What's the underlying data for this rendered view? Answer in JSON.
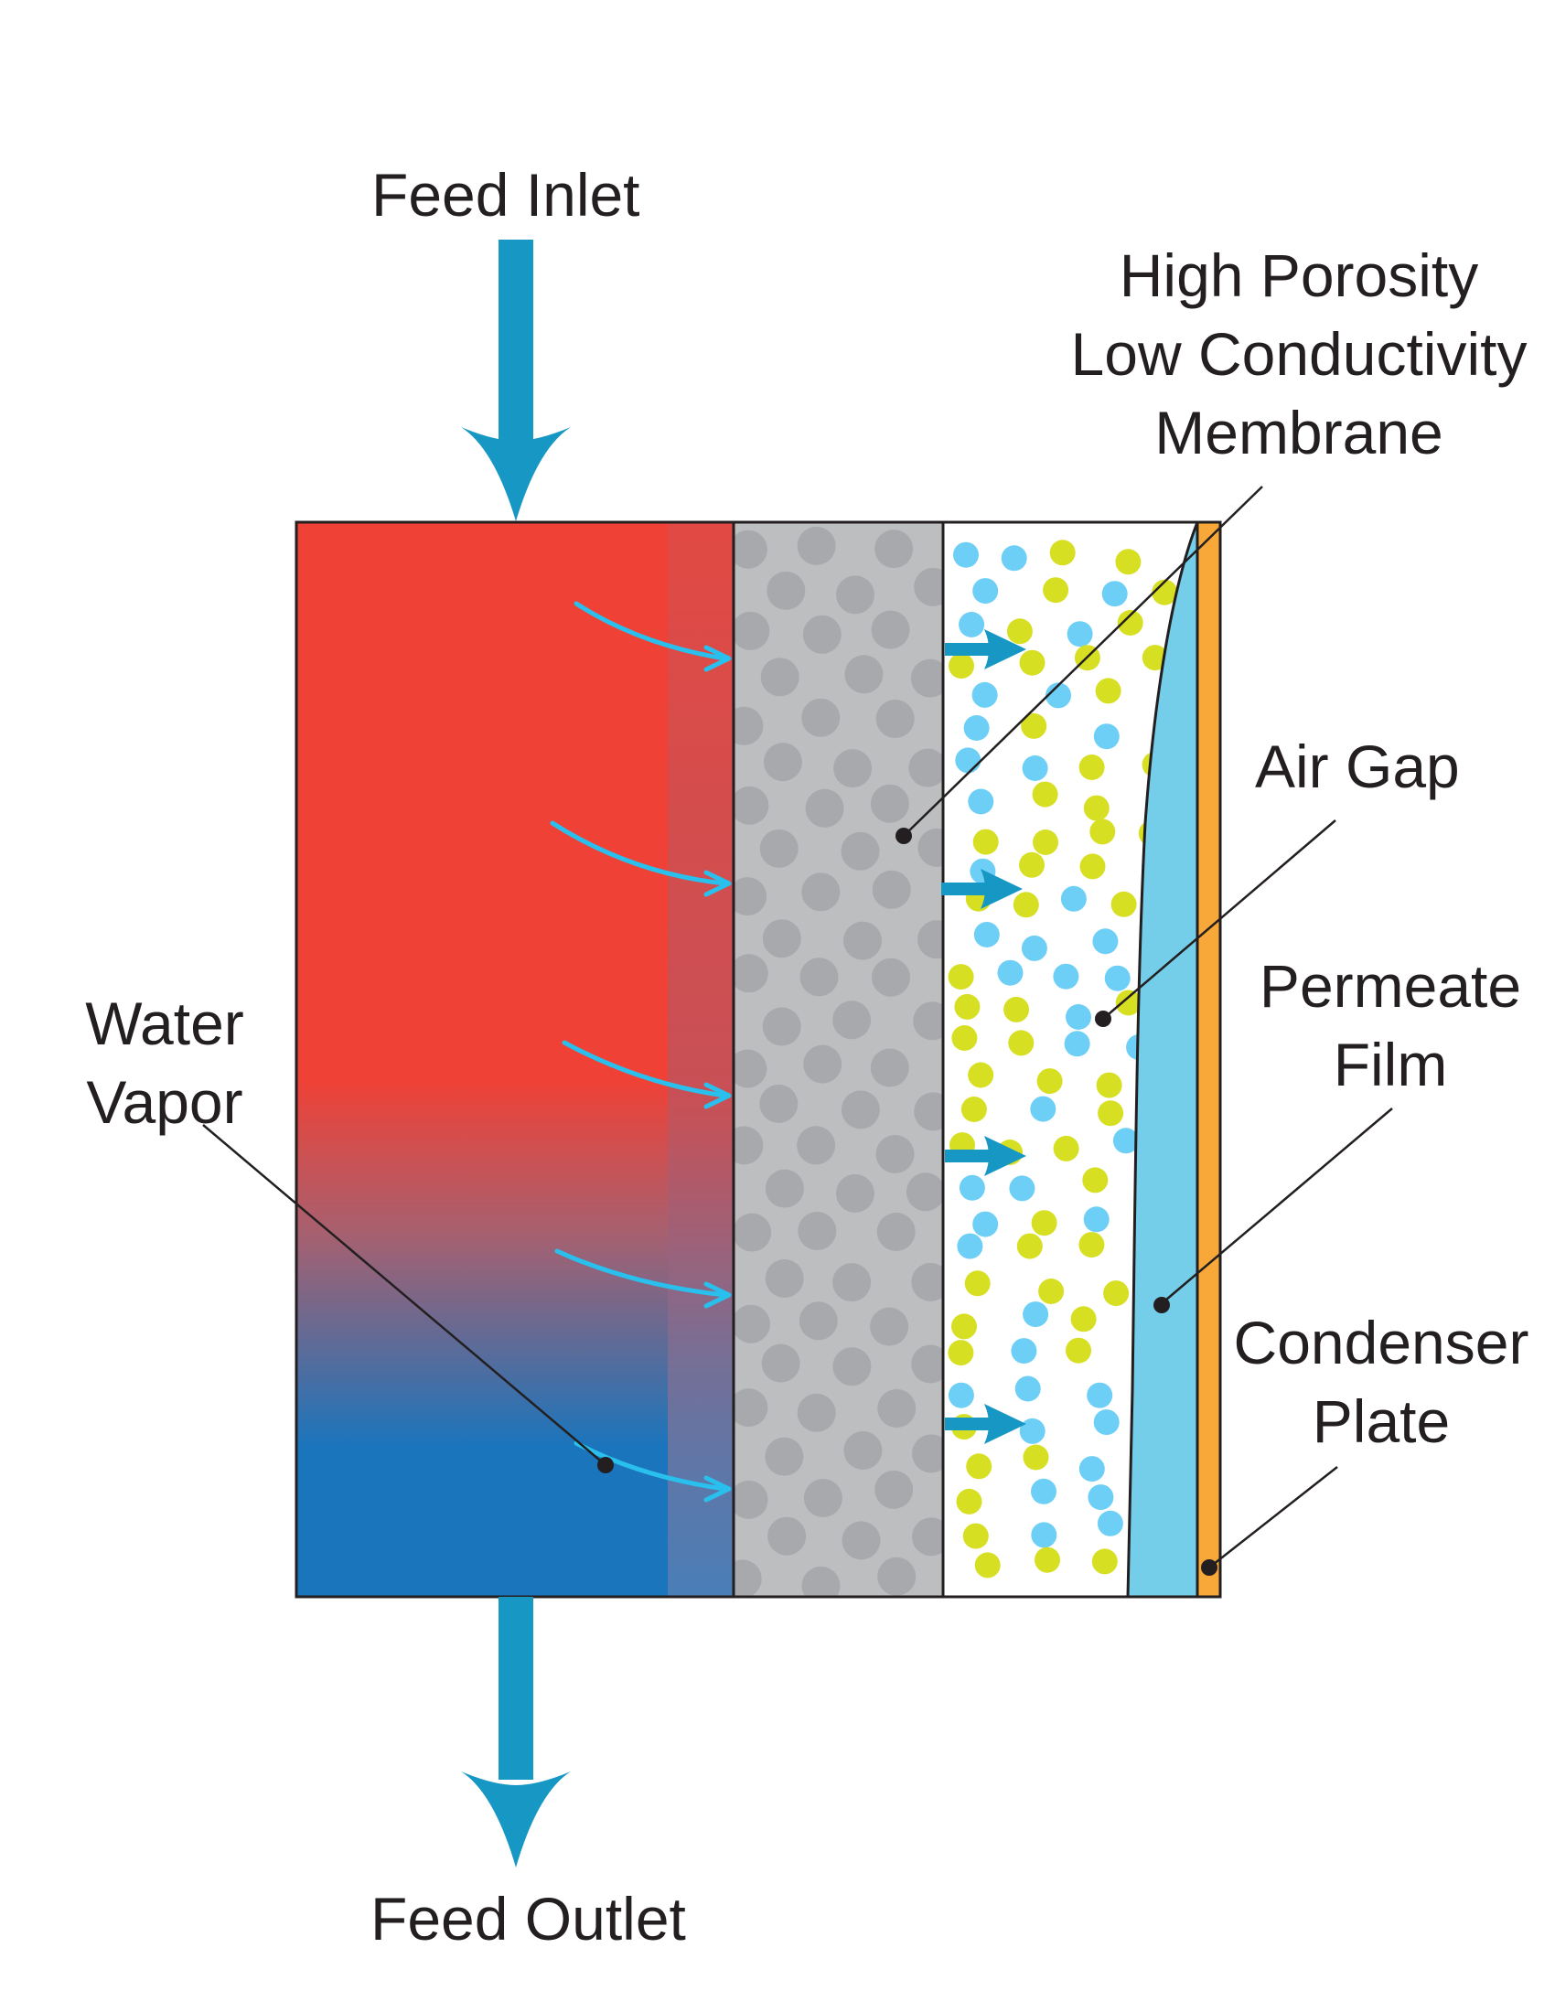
{
  "labels": {
    "feed_inlet": "Feed Inlet",
    "feed_outlet": "Feed Outlet",
    "membrane": [
      "High Porosity",
      "Low Conductivity",
      "Membrane"
    ],
    "air_gap": "Air Gap",
    "permeate_film": [
      "Permeate",
      "Film"
    ],
    "condenser_plate": [
      "Condenser",
      "Plate"
    ],
    "water_vapor": [
      "Water",
      "Vapor"
    ]
  },
  "colors": {
    "feed_hot": "#ef4136",
    "feed_cold": "#1b75bc",
    "flow_arrow": "#1797c4",
    "vapor_arrow": "#29c0ee",
    "membrane": "#bcbec0",
    "membrane_pore": "#a7a9ac",
    "vapor_molecule": "#6dcff6",
    "air_molecule": "#d7df23",
    "permeate_film": "#74cee9",
    "condenser_plate": "#f7a839",
    "outline": "#231f20"
  },
  "icons": {
    "inlet": "arrow-down-icon",
    "outlet": "arrow-down-icon",
    "vapor_flow": "curved-arrow-icon",
    "transport": "arrow-right-icon",
    "leader_marker": "dot-icon"
  }
}
